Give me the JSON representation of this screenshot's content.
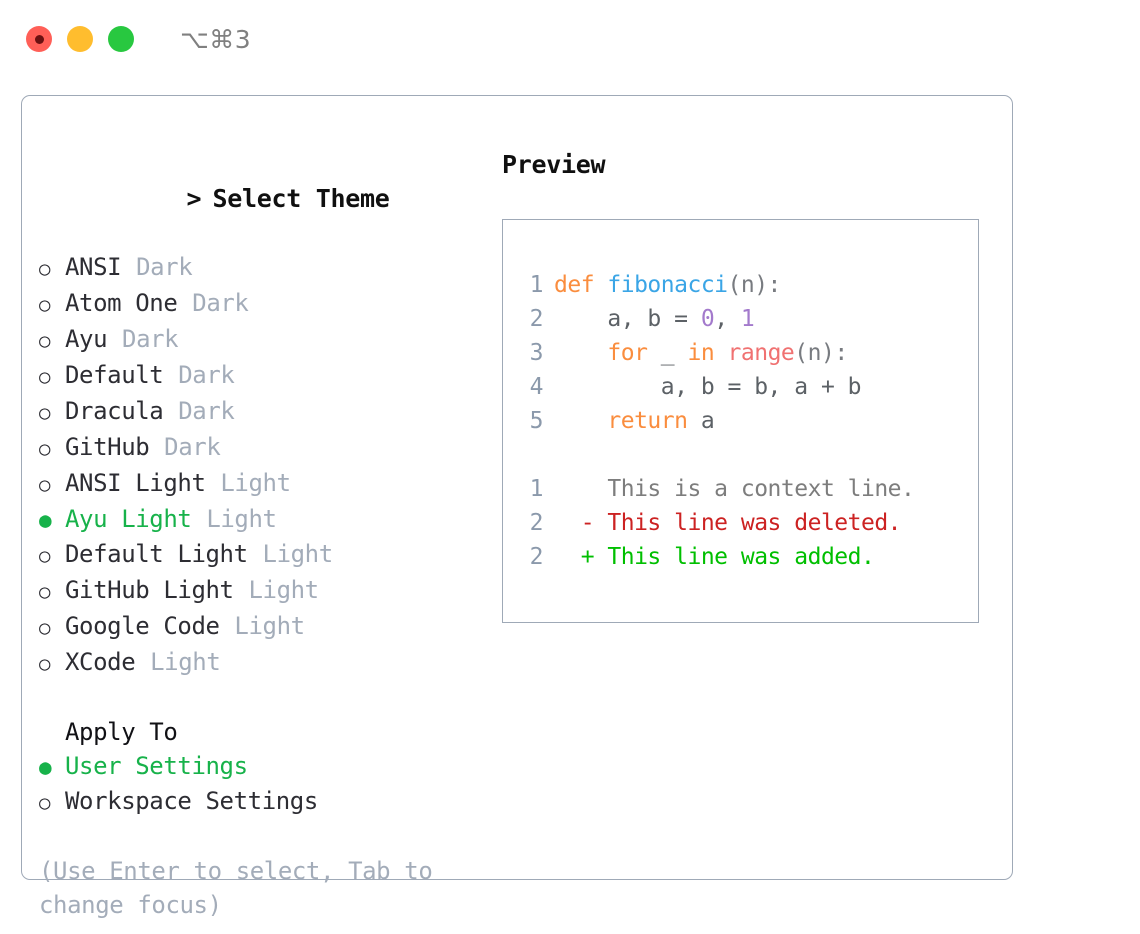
{
  "titlebar": {
    "lights": [
      {
        "name": "close-button",
        "color": "#ff5f57"
      },
      {
        "name": "minimize-button",
        "color": "#ffbd2e"
      },
      {
        "name": "maximize-button",
        "color": "#28c840"
      }
    ],
    "shortcut": "⌥⌘3"
  },
  "theme_picker": {
    "heading": "Select Theme",
    "caret": ">",
    "bullet_unselected": "○",
    "bullet_selected": "●",
    "selected_color": "#17b24a",
    "options": [
      {
        "label": "ANSI",
        "variant": "Dark",
        "selected": false
      },
      {
        "label": "Atom One",
        "variant": "Dark",
        "selected": false
      },
      {
        "label": "Ayu",
        "variant": "Dark",
        "selected": false
      },
      {
        "label": "Default",
        "variant": "Dark",
        "selected": false
      },
      {
        "label": "Dracula",
        "variant": "Dark",
        "selected": false
      },
      {
        "label": "GitHub",
        "variant": "Dark",
        "selected": false
      },
      {
        "label": "ANSI Light",
        "variant": "Light",
        "selected": false
      },
      {
        "label": "Ayu Light",
        "variant": "Light",
        "selected": true
      },
      {
        "label": "Default Light",
        "variant": "Light",
        "selected": false
      },
      {
        "label": "GitHub Light",
        "variant": "Light",
        "selected": false
      },
      {
        "label": "Google Code",
        "variant": "Light",
        "selected": false
      },
      {
        "label": "XCode",
        "variant": "Light",
        "selected": false
      }
    ]
  },
  "apply_to": {
    "heading": "Apply To",
    "options": [
      {
        "label": "User Settings",
        "selected": true
      },
      {
        "label": "Workspace Settings",
        "selected": false
      }
    ]
  },
  "hint": "(Use Enter to select, Tab to change focus)",
  "preview": {
    "title": "Preview",
    "code_lines": [
      {
        "number": "1",
        "tokens": [
          {
            "text": "def ",
            "style": "t-kw"
          },
          {
            "text": "fibonacci",
            "style": "t-fn"
          },
          {
            "text": "(n):",
            "style": "t-punc"
          }
        ]
      },
      {
        "number": "2",
        "tokens": [
          {
            "text": "    a, b = ",
            "style": "t-plain"
          },
          {
            "text": "0",
            "style": "t-num"
          },
          {
            "text": ", ",
            "style": "t-plain"
          },
          {
            "text": "1",
            "style": "t-num"
          }
        ]
      },
      {
        "number": "3",
        "tokens": [
          {
            "text": "    ",
            "style": "t-plain"
          },
          {
            "text": "for",
            "style": "t-kw"
          },
          {
            "text": " _ ",
            "style": "t-plain"
          },
          {
            "text": "in",
            "style": "t-kw"
          },
          {
            "text": " ",
            "style": "t-plain"
          },
          {
            "text": "range",
            "style": "t-call"
          },
          {
            "text": "(n):",
            "style": "t-punc"
          }
        ]
      },
      {
        "number": "4",
        "tokens": [
          {
            "text": "        a, b = b, a + b",
            "style": "t-plain"
          }
        ]
      },
      {
        "number": "5",
        "tokens": [
          {
            "text": "    ",
            "style": "t-plain"
          },
          {
            "text": "return",
            "style": "t-kw"
          },
          {
            "text": " a",
            "style": "t-plain"
          }
        ]
      }
    ],
    "diff_lines": [
      {
        "number": "1",
        "marker": " ",
        "text": " This is a context line.",
        "style": "d-ctx"
      },
      {
        "number": "2",
        "marker": "-",
        "text": " This line was deleted.",
        "style": "d-del"
      },
      {
        "number": "2",
        "marker": "+",
        "text": " This line was added.",
        "style": "d-add"
      }
    ]
  }
}
